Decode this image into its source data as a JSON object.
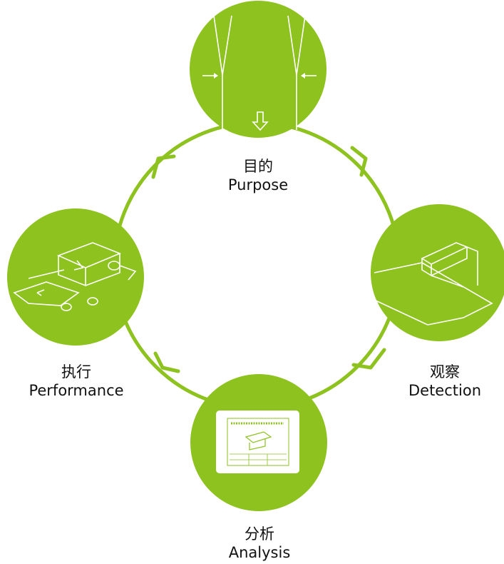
{
  "colors": {
    "accent": "#8dc21f",
    "line": "#ffffff",
    "text": "#111111"
  },
  "cycle": {
    "steps": [
      {
        "zh": "目的",
        "en": "Purpose",
        "icon": "web-guide-edges-icon"
      },
      {
        "zh": "观察",
        "en": "Detection",
        "icon": "sensor-camera-icon"
      },
      {
        "zh": "分析",
        "en": "Analysis",
        "icon": "controller-screen-icon"
      },
      {
        "zh": "执行",
        "en": "Performance",
        "icon": "actuator-rollers-icon"
      }
    ]
  }
}
